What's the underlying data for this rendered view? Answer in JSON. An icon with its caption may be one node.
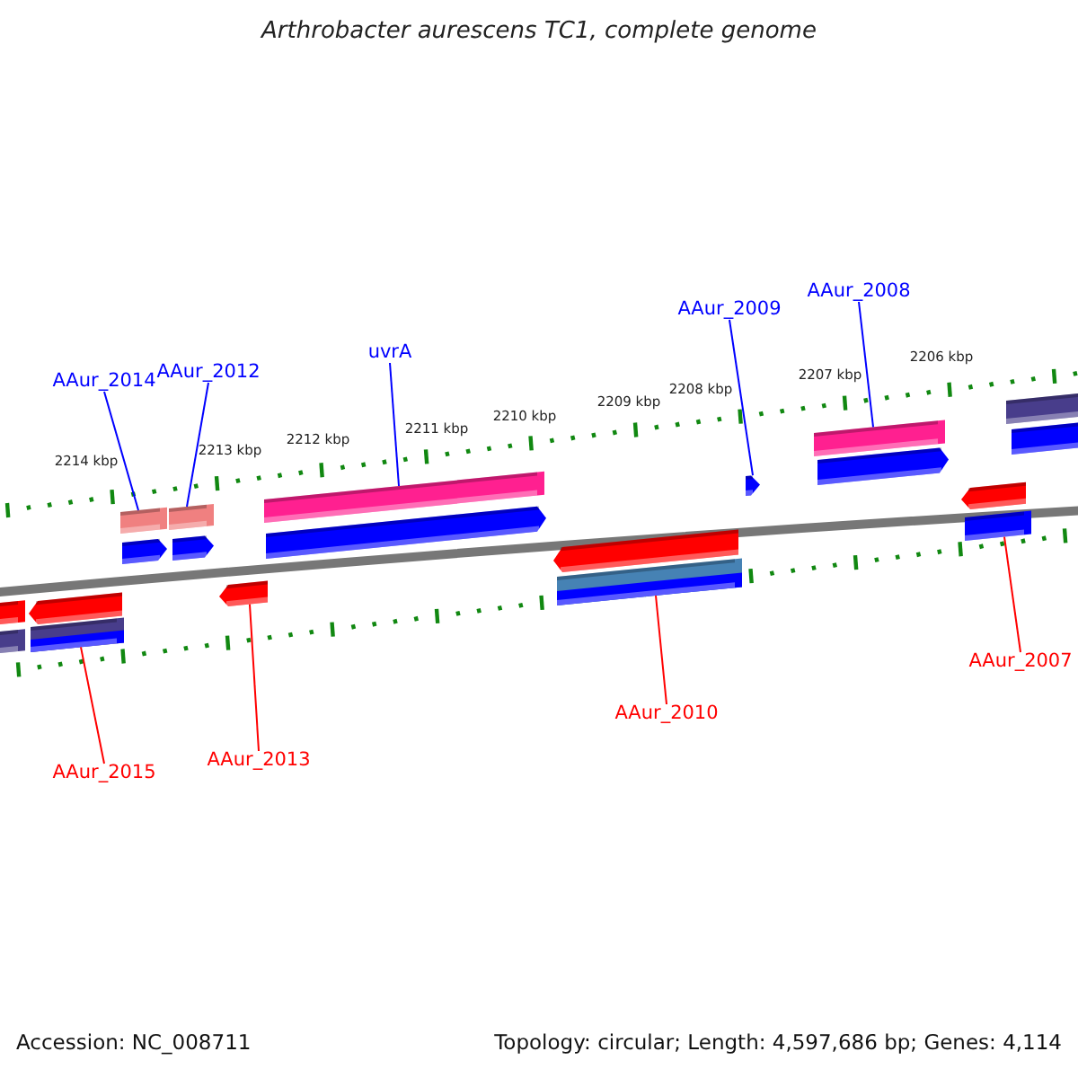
{
  "diagram": {
    "title": "Arthrobacter aurescens TC1, complete genome",
    "nodes": [
      {
        "text": [
          "AAur_2014"
        ]
      },
      {
        "text": [
          "AAur_2012"
        ]
      },
      {
        "text": [
          "uvrA"
        ]
      },
      {
        "text": [
          "AAur_2009"
        ]
      },
      {
        "text": [
          "AAur_2008"
        ]
      },
      {
        "text": [
          "AAur_2015"
        ]
      },
      {
        "text": [
          "AAur_2013"
        ]
      },
      {
        "text": [
          "AAur_2010"
        ]
      },
      {
        "text": [
          "AAur_2007"
        ]
      },
      {
        "text": [],
        "shape": "bar"
      },
      {
        "text": [],
        "shape": "bar"
      },
      {
        "text": [],
        "shape": "arrow"
      },
      {
        "text": [],
        "shape": "bar"
      },
      {
        "text": [],
        "shape": "bar"
      },
      {
        "text": [],
        "shape": "arrow"
      },
      {
        "text": [],
        "shape": "bar"
      },
      {
        "text": [],
        "shape": "arrow"
      },
      {
        "text": [],
        "shape": "arrow"
      },
      {
        "text": [],
        "shape": "bar"
      },
      {
        "text": [],
        "shape": "arrow"
      },
      {
        "text": [],
        "shape": "arrow"
      },
      {
        "text": [],
        "shape": "bar"
      },
      {
        "text": [],
        "shape": "arrow"
      },
      {
        "text": [],
        "shape": "bar"
      },
      {
        "text": [],
        "shape": "arrow"
      },
      {
        "text": [],
        "shape": "arrow"
      },
      {
        "text": [],
        "shape": "bar"
      },
      {
        "text": [],
        "shape": "bar"
      },
      {
        "text": [],
        "shape": "bar"
      }
    ],
    "edges": [
      {
        "from": 0,
        "to": 13,
        "arrow": "none"
      },
      {
        "from": 1,
        "to": 15,
        "arrow": "none"
      },
      {
        "from": 2,
        "to": 18,
        "arrow": "none"
      },
      {
        "from": 3,
        "to": 22,
        "arrow": "none"
      },
      {
        "from": 4,
        "to": 23,
        "arrow": "none"
      },
      {
        "from": 5,
        "to": 12,
        "arrow": "none",
        "color": "#ff0000"
      },
      {
        "from": 6,
        "to": 17,
        "arrow": "none",
        "color": "#ff0000"
      },
      {
        "from": 7,
        "to": 21,
        "arrow": "none",
        "color": "#ff0000"
      },
      {
        "from": 8,
        "to": 26,
        "arrow": "none",
        "color": "#ff0000"
      }
    ],
    "labels": [
      "2214 kbp",
      "2213 kbp",
      "2212 kbp",
      "2211 kbp",
      "2210 kbp",
      "2209 kbp",
      "2208 kbp",
      "2207 kbp",
      "2206 kbp",
      "Accession: NC_008711",
      "Topology: circular; Length: 4,597,686 bp; Genes: 4,114"
    ]
  }
}
